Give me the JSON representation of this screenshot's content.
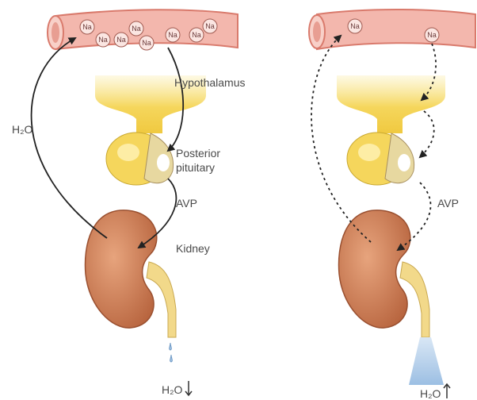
{
  "labels": {
    "water_intake": "H₂O",
    "hypothalamus": "Hypothalamus",
    "posterior_pituitary_line1": "Posterior",
    "posterior_pituitary_line2": "pituitary",
    "avp_left": "AVP",
    "avp_right": "AVP",
    "kidney": "Kidney",
    "urine_left": "H₂O",
    "urine_right": "H₂O"
  },
  "sodium_ion_label": "Na",
  "left_panel": {
    "sodium_ion_count": 8,
    "urine_output": "decreased",
    "avp_release": "normal"
  },
  "right_panel": {
    "sodium_ion_count": 2,
    "urine_output": "increased",
    "avp_release": "reduced"
  },
  "colors": {
    "vessel": "#f3b7ad",
    "hypothalamus": "#f5d65c",
    "kidney": "#c97a55",
    "ureter": "#f2d98a",
    "urine": "#a8c8e8",
    "arrow": "#222222"
  }
}
